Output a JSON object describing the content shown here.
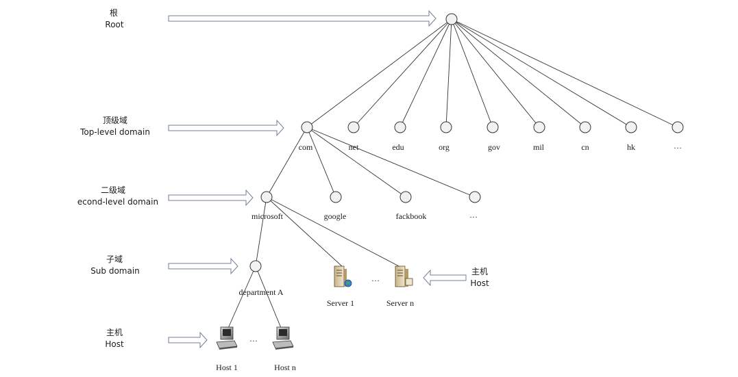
{
  "levels": {
    "root": {
      "zh": "根",
      "en": "Root"
    },
    "top": {
      "zh": "顶级域",
      "en": "Top-level domain"
    },
    "second": {
      "zh": "二级域",
      "en": "econd-level domain"
    },
    "sub": {
      "zh": "子域",
      "en": "Sub domain"
    },
    "host": {
      "zh": "主机",
      "en": "Host"
    }
  },
  "host_right": {
    "zh": "主机",
    "en": "Host"
  },
  "tld": [
    "com",
    "net",
    "edu",
    "org",
    "gov",
    "mil",
    "cn",
    "hk",
    "…"
  ],
  "sld": [
    "microsoft",
    "google",
    "fackbook",
    "…"
  ],
  "subdomain": "department A",
  "servers": [
    "Server 1",
    "Server n"
  ],
  "server_ellipsis": "…",
  "hosts": [
    "Host 1",
    "Host n"
  ],
  "host_ellipsis": "…"
}
